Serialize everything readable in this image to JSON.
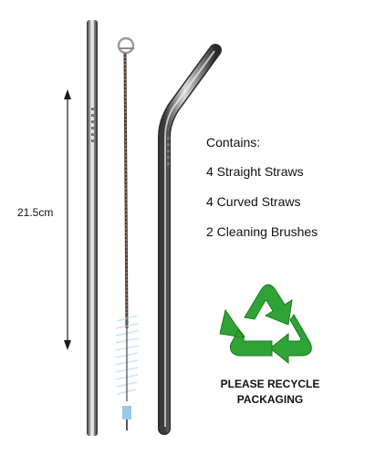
{
  "measurement": {
    "label": "21.5cm"
  },
  "contents": {
    "heading": "Contains:",
    "items": [
      "4 Straight Straws",
      "4 Curved Straws",
      "2 Cleaning Brushes"
    ]
  },
  "recycle": {
    "line1": "PLEASE RECYCLE",
    "line2": "PACKAGING",
    "color": "#2fa335"
  },
  "colors": {
    "steel_light": "#e6e6e6",
    "steel_dark": "#3a3a3a",
    "arrow": "#1a1a1a"
  }
}
